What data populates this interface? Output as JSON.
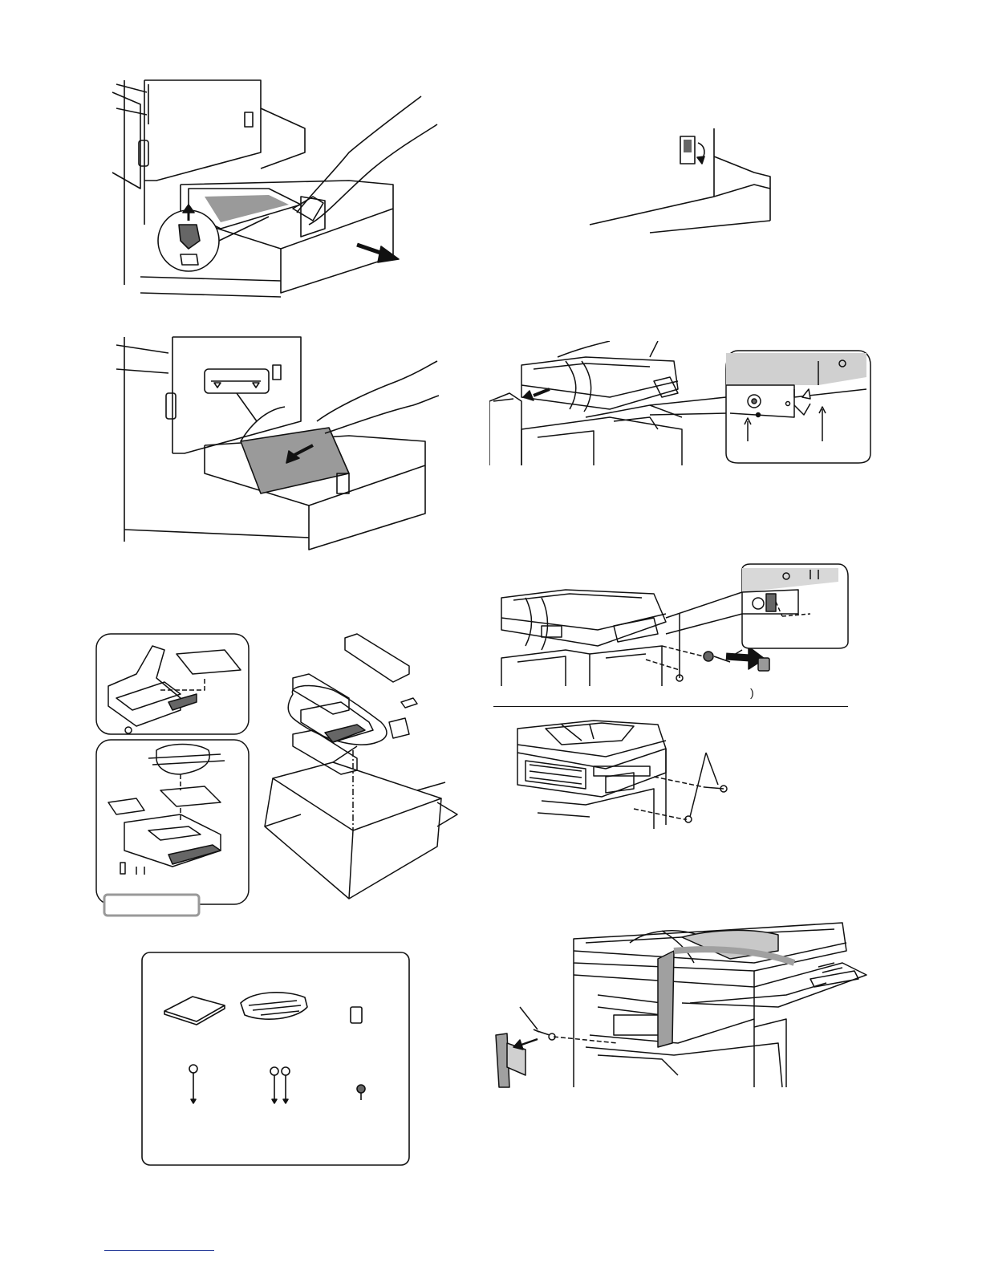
{
  "page": {
    "background": "#ffffff",
    "line_color": "#111111",
    "shade_color": "#9a9a9a",
    "footer_rule_color": "#2a3f9a"
  },
  "figures": {
    "tray_pull_out": {
      "icon": "paper-tray-open-illustration"
    },
    "tray_load_paper": {
      "icon": "paper-tray-loading-illustration"
    },
    "packing_diagram": {
      "icon": "unpacking-exploded-view"
    },
    "accessories_box": {
      "icon": "packed-items-list"
    },
    "power_switch": {
      "icon": "power-switch-illustration"
    },
    "remove_rdf": {
      "icon": "lifting-document-feeder-illustration"
    },
    "install_screws_rear": {
      "icon": "rear-screw-install-illustration"
    },
    "install_screws_front": {
      "icon": "front-screw-install-illustration"
    },
    "remove_tape": {
      "icon": "remove-packing-tape-illustration"
    }
  },
  "labels": {
    "bracket_close": ")"
  }
}
